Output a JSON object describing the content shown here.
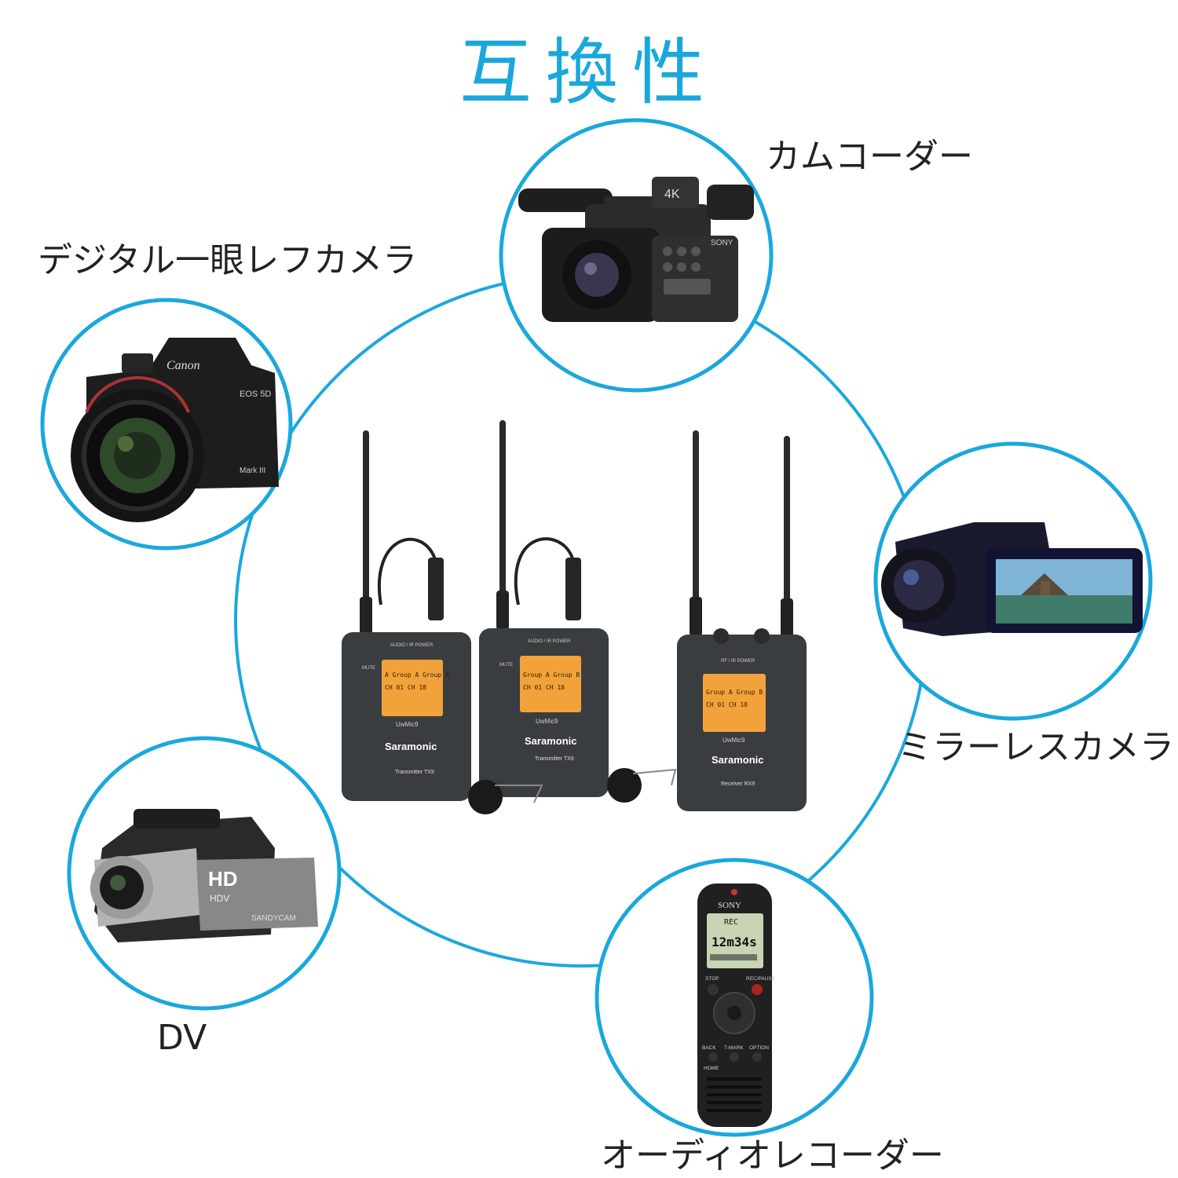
{
  "colors": {
    "accent": "#1aa8dc",
    "device": "#3a3d40",
    "lcd": "#f2a23a"
  },
  "title": "互換性",
  "devices": {
    "camcorder_pro": {
      "label": "カムコーダー",
      "icon": "pro-camcorder-icon",
      "brand": "SONY",
      "badge": "4K"
    },
    "dslr": {
      "label": "デジタル一眼レフカメラ",
      "icon": "dslr-camera-icon",
      "brand": "Canon",
      "model": "EOS 5D",
      "model_mark": "Mark III"
    },
    "mirrorless": {
      "label": "ミラーレスカメラ",
      "icon": "handycam-icon"
    },
    "dv": {
      "label": "DV",
      "icon": "dv-camcorder-icon",
      "badge": "HD",
      "sub": "HDV",
      "brand": "SANDYCAM"
    },
    "recorder": {
      "label": "オーディオレコーダー",
      "icon": "voice-recorder-icon",
      "brand": "SONY",
      "screen_rec": "REC",
      "screen_time": "12m34s",
      "buttons": [
        "STOP",
        "REC/PAUSE",
        "BACK",
        "T-MARK",
        "OPTION",
        "HOME"
      ]
    }
  },
  "product": {
    "brand": "Saramonic",
    "units": [
      {
        "type": "Transmitter TX9",
        "model": "UwMic9",
        "top_label": "AUDIO / IR  POWER",
        "side": "MUTE",
        "lcd": [
          "A Group A  Group B",
          "CH 01   CH 18"
        ]
      },
      {
        "type": "Transmitter TX9",
        "model": "UwMic9",
        "top_label": "AUDIO / IR  POWER",
        "side": "MUTE",
        "lcd": [
          "Group A  Group B",
          "CH 01   CH 18"
        ]
      },
      {
        "type": "Receiver RX9",
        "model": "UwMic9",
        "top_label": "RF / IR  POWER",
        "side": "",
        "lcd": [
          "Group A  Group B",
          "CH 01   CH 18"
        ]
      }
    ]
  }
}
